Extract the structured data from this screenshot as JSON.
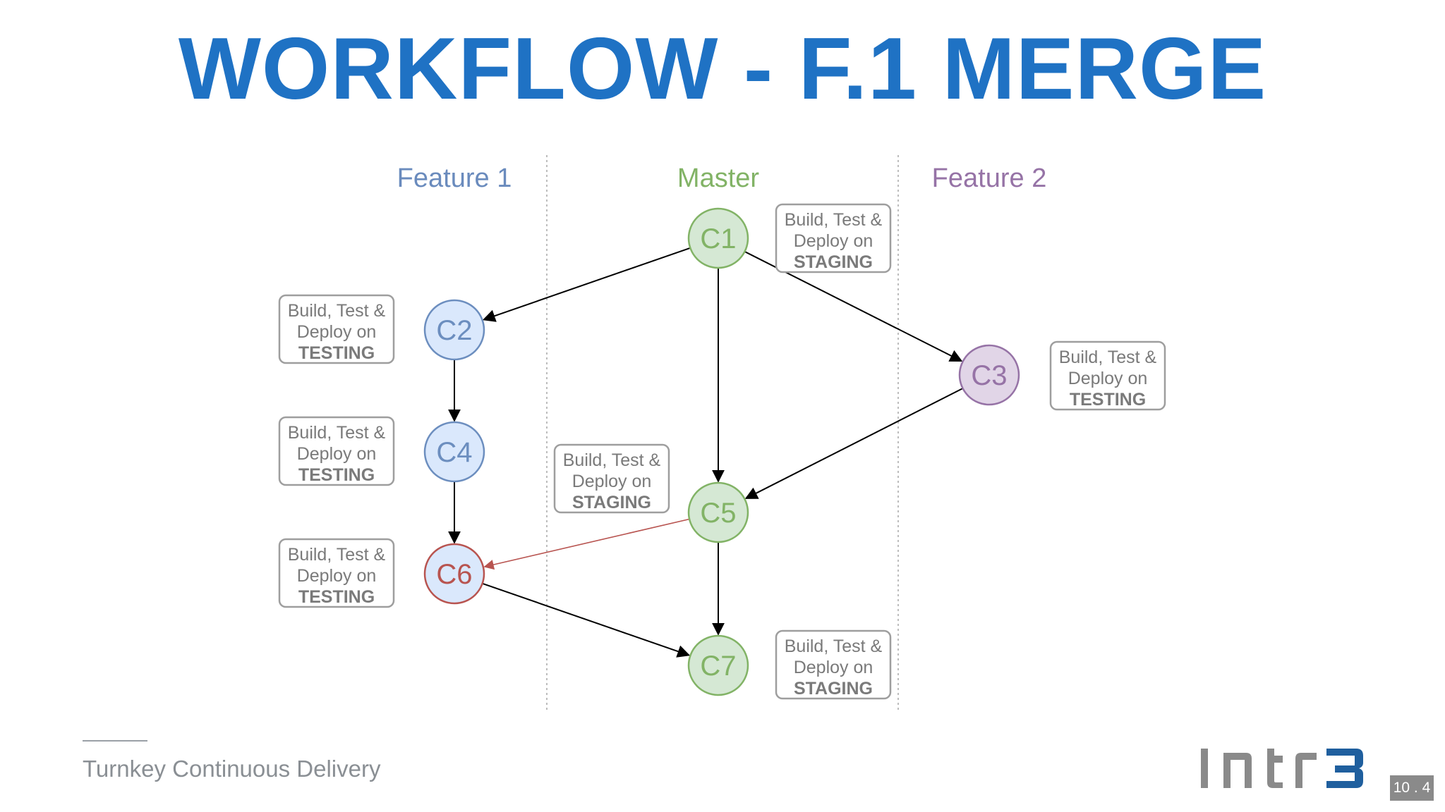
{
  "title": "WORKFLOW - F.1 MERGE",
  "lanes": [
    {
      "id": "feature1",
      "label": "Feature 1",
      "color": "#6a8bbd"
    },
    {
      "id": "master",
      "label": "Master",
      "color": "#82b366"
    },
    {
      "id": "feature2",
      "label": "Feature 2",
      "color": "#9673a6"
    }
  ],
  "box_text": {
    "line1": "Build, Test &",
    "line2": "Deploy on"
  },
  "commits": [
    {
      "id": "C1",
      "label": "C1",
      "branch": "master",
      "fill": "#d5e8d4",
      "stroke": "#82b366",
      "text_color": "#82b366",
      "env": "STAGING"
    },
    {
      "id": "C2",
      "label": "C2",
      "branch": "feature1",
      "fill": "#dae8fc",
      "stroke": "#6c8ebf",
      "text_color": "#6c8ebf",
      "env": "TESTING"
    },
    {
      "id": "C3",
      "label": "C3",
      "branch": "feature2",
      "fill": "#e1d5e7",
      "stroke": "#9673a6",
      "text_color": "#9673a6",
      "env": "TESTING"
    },
    {
      "id": "C4",
      "label": "C4",
      "branch": "feature1",
      "fill": "#dae8fc",
      "stroke": "#6c8ebf",
      "text_color": "#6c8ebf",
      "env": "TESTING"
    },
    {
      "id": "C5",
      "label": "C5",
      "branch": "master",
      "fill": "#d5e8d4",
      "stroke": "#82b366",
      "text_color": "#82b366",
      "env": "STAGING"
    },
    {
      "id": "C6",
      "label": "C6",
      "branch": "feature1",
      "fill": "#dae8fc",
      "stroke": "#b85450",
      "text_color": "#b85450",
      "env": "TESTING"
    },
    {
      "id": "C7",
      "label": "C7",
      "branch": "master",
      "fill": "#d5e8d4",
      "stroke": "#82b366",
      "text_color": "#82b366",
      "env": "STAGING"
    }
  ],
  "edges": [
    {
      "from": "C1",
      "to": "C2",
      "color": "#000000"
    },
    {
      "from": "C1",
      "to": "C5",
      "color": "#000000"
    },
    {
      "from": "C1",
      "to": "C3",
      "color": "#000000"
    },
    {
      "from": "C2",
      "to": "C4",
      "color": "#000000"
    },
    {
      "from": "C4",
      "to": "C6",
      "color": "#000000"
    },
    {
      "from": "C3",
      "to": "C5",
      "color": "#000000"
    },
    {
      "from": "C5",
      "to": "C6",
      "color": "#b85450"
    },
    {
      "from": "C5",
      "to": "C7",
      "color": "#000000"
    },
    {
      "from": "C6",
      "to": "C7",
      "color": "#000000"
    }
  ],
  "footer": {
    "text": "Turnkey Continuous Delivery"
  },
  "logo": {
    "name": "intr3-logo",
    "text": "INTR3",
    "colors": [
      "#8a8a8a",
      "#1f5f9e"
    ]
  },
  "page_number": "10 . 4",
  "colors": {
    "title": "#1f72c4",
    "box_border": "#9e9e9e",
    "box_text": "#7a7a7a",
    "separator": "#bdbdbd"
  }
}
